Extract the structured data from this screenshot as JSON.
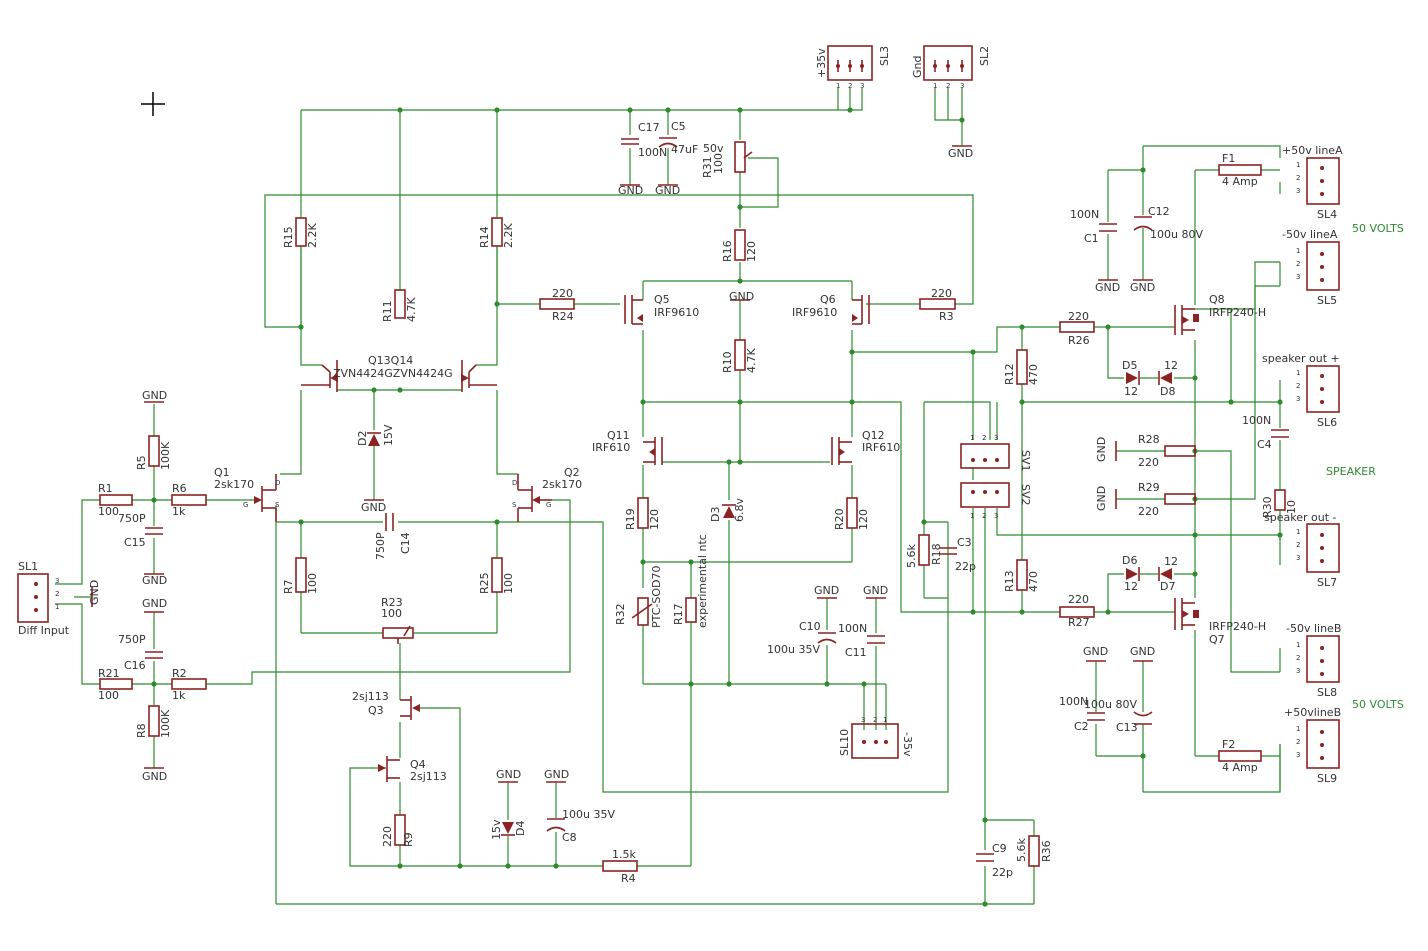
{
  "components": {
    "SL1": {
      "name": "SL1",
      "label": "Diff Input",
      "pins": [
        "3",
        "2",
        "1"
      ]
    },
    "SL2": {
      "name": "SL2",
      "label": "Gnd",
      "pins": [
        "1",
        "2",
        "3"
      ]
    },
    "SL3": {
      "name": "SL3",
      "label": "+35v",
      "pins": [
        "1",
        "2",
        "3"
      ]
    },
    "SL4": {
      "name": "SL4",
      "label": "+50v lineA",
      "pins": [
        "1",
        "2",
        "3"
      ]
    },
    "SL5": {
      "name": "SL5",
      "label": "-50v lineA",
      "pins": [
        "1",
        "2",
        "3"
      ]
    },
    "SL6": {
      "name": "SL6",
      "label": "speaker out +",
      "pins": [
        "1",
        "2",
        "3"
      ]
    },
    "SL7": {
      "name": "SL7",
      "label": "speaker out -",
      "pins": [
        "1",
        "2",
        "3"
      ]
    },
    "SL8": {
      "name": "SL8",
      "label": "-50v lineB",
      "pins": [
        "1",
        "2",
        "3"
      ]
    },
    "SL9": {
      "name": "SL9",
      "label": "+50vlineB",
      "pins": [
        "1",
        "2",
        "3"
      ]
    },
    "SL10": {
      "name": "SL10",
      "label": "-35v",
      "pins": [
        "3",
        "2",
        "1"
      ]
    },
    "SV1": {
      "name": "SV1",
      "pins": [
        "1",
        "2",
        "3"
      ]
    },
    "SV2": {
      "name": "SV2",
      "pins": [
        "1",
        "2",
        "3"
      ]
    },
    "R1": {
      "name": "R1",
      "value": "100"
    },
    "R2": {
      "name": "R2",
      "value": "1k"
    },
    "R3": {
      "name": "R3",
      "value": "220"
    },
    "R4": {
      "name": "R4",
      "value": "1.5k"
    },
    "R5": {
      "name": "R5",
      "value": "100K"
    },
    "R6": {
      "name": "R6",
      "value": "1k"
    },
    "R7": {
      "name": "R7",
      "value": "100"
    },
    "R8": {
      "name": "R8",
      "value": "100K"
    },
    "R9": {
      "name": "R9",
      "value": "220"
    },
    "R10": {
      "name": "R10",
      "value": "4.7K"
    },
    "R11": {
      "name": "R11",
      "value": "4.7K"
    },
    "R12": {
      "name": "R12",
      "value": "470"
    },
    "R13": {
      "name": "R13",
      "value": "470"
    },
    "R14": {
      "name": "R14",
      "value": "2.2K"
    },
    "R15": {
      "name": "R15",
      "value": "2.2K"
    },
    "R16": {
      "name": "R16",
      "value": "120"
    },
    "R17": {
      "name": "R17",
      "value": "experimental ntc"
    },
    "R18": {
      "name": "R18",
      "value": "5.6k"
    },
    "R19": {
      "name": "R19",
      "value": "120"
    },
    "R20": {
      "name": "R20",
      "value": "120"
    },
    "R21": {
      "name": "R21",
      "value": "100"
    },
    "R23": {
      "name": "R23",
      "value": "100"
    },
    "R24": {
      "name": "R24",
      "value": "220"
    },
    "R25": {
      "name": "R25",
      "value": "100"
    },
    "R26": {
      "name": "R26",
      "value": "220"
    },
    "R27": {
      "name": "R27",
      "value": "220"
    },
    "R28": {
      "name": "R28",
      "value": "220"
    },
    "R29": {
      "name": "R29",
      "value": "220"
    },
    "R30": {
      "name": "R30",
      "value": "10"
    },
    "R31": {
      "name": "R31",
      "value": "100"
    },
    "R31b": {
      "value": "50v"
    },
    "R32": {
      "name": "R32",
      "value": "PTC-SOD70"
    },
    "R36": {
      "name": "R36",
      "value": "5.6k"
    },
    "C1": {
      "name": "C1",
      "value": "100N"
    },
    "C2": {
      "name": "C2",
      "value": "100N"
    },
    "C3": {
      "name": "C3",
      "value": "22p"
    },
    "C4": {
      "name": "C4",
      "value": "100N"
    },
    "C5": {
      "name": "C5",
      "value": "47uF"
    },
    "C8": {
      "name": "C8",
      "value": "100u 35V"
    },
    "C9": {
      "name": "C9",
      "value": "22p"
    },
    "C10": {
      "name": "C10",
      "value": "100u 35V"
    },
    "C11": {
      "name": "C11",
      "value": "100N"
    },
    "C12": {
      "name": "C12",
      "value": "100u 80V"
    },
    "C13": {
      "name": "C13",
      "value": "100u 80V"
    },
    "C14": {
      "name": "C14",
      "value": "750P"
    },
    "C15": {
      "name": "C15",
      "value": "750P"
    },
    "C16": {
      "name": "C16",
      "value": "750P"
    },
    "C17": {
      "name": "C17",
      "value": "100N"
    },
    "Q1": {
      "name": "Q1",
      "value": "2sk170"
    },
    "Q2": {
      "name": "Q2",
      "value": "2sk170"
    },
    "Q3": {
      "name": "Q3",
      "value": "2sj113"
    },
    "Q4": {
      "name": "Q4",
      "value": "2sj113"
    },
    "Q5": {
      "name": "Q5",
      "value": "IRF9610"
    },
    "Q6": {
      "name": "Q6",
      "value": "IRF9610"
    },
    "Q7": {
      "name": "Q7",
      "value": "IRFP240-H"
    },
    "Q8": {
      "name": "Q8",
      "value": "IRFP240-H"
    },
    "Q11": {
      "name": "Q11",
      "value": "IRF610"
    },
    "Q12": {
      "name": "Q12",
      "value": "IRF610"
    },
    "Q13Q14": {
      "name": "Q13Q14",
      "value": "ZVN4424GZVN4424G"
    },
    "D2": {
      "name": "D2",
      "value": "15V"
    },
    "D3": {
      "name": "D3",
      "value": "6.8v"
    },
    "D4": {
      "name": "D4",
      "value": "15v"
    },
    "D5": {
      "name": "D5",
      "value": "12"
    },
    "D6": {
      "name": "D6",
      "value": "12"
    },
    "D7": {
      "name": "D7",
      "value": "12"
    },
    "D8": {
      "name": "D8",
      "value": "12"
    },
    "F1": {
      "name": "F1",
      "value": "4 Amp"
    },
    "F2": {
      "name": "F2",
      "value": "4 Amp"
    }
  },
  "gnd_label": "GND",
  "annotations": {
    "volts_a": "50 VOLTS",
    "volts_b": "50 VOLTS",
    "speaker": "SPEAKER"
  },
  "pin_labels": {
    "d": "D",
    "s": "S",
    "g": "G"
  },
  "colors": {
    "wire": "#2e8b2e",
    "part": "#8b2323",
    "text": "#333333"
  }
}
